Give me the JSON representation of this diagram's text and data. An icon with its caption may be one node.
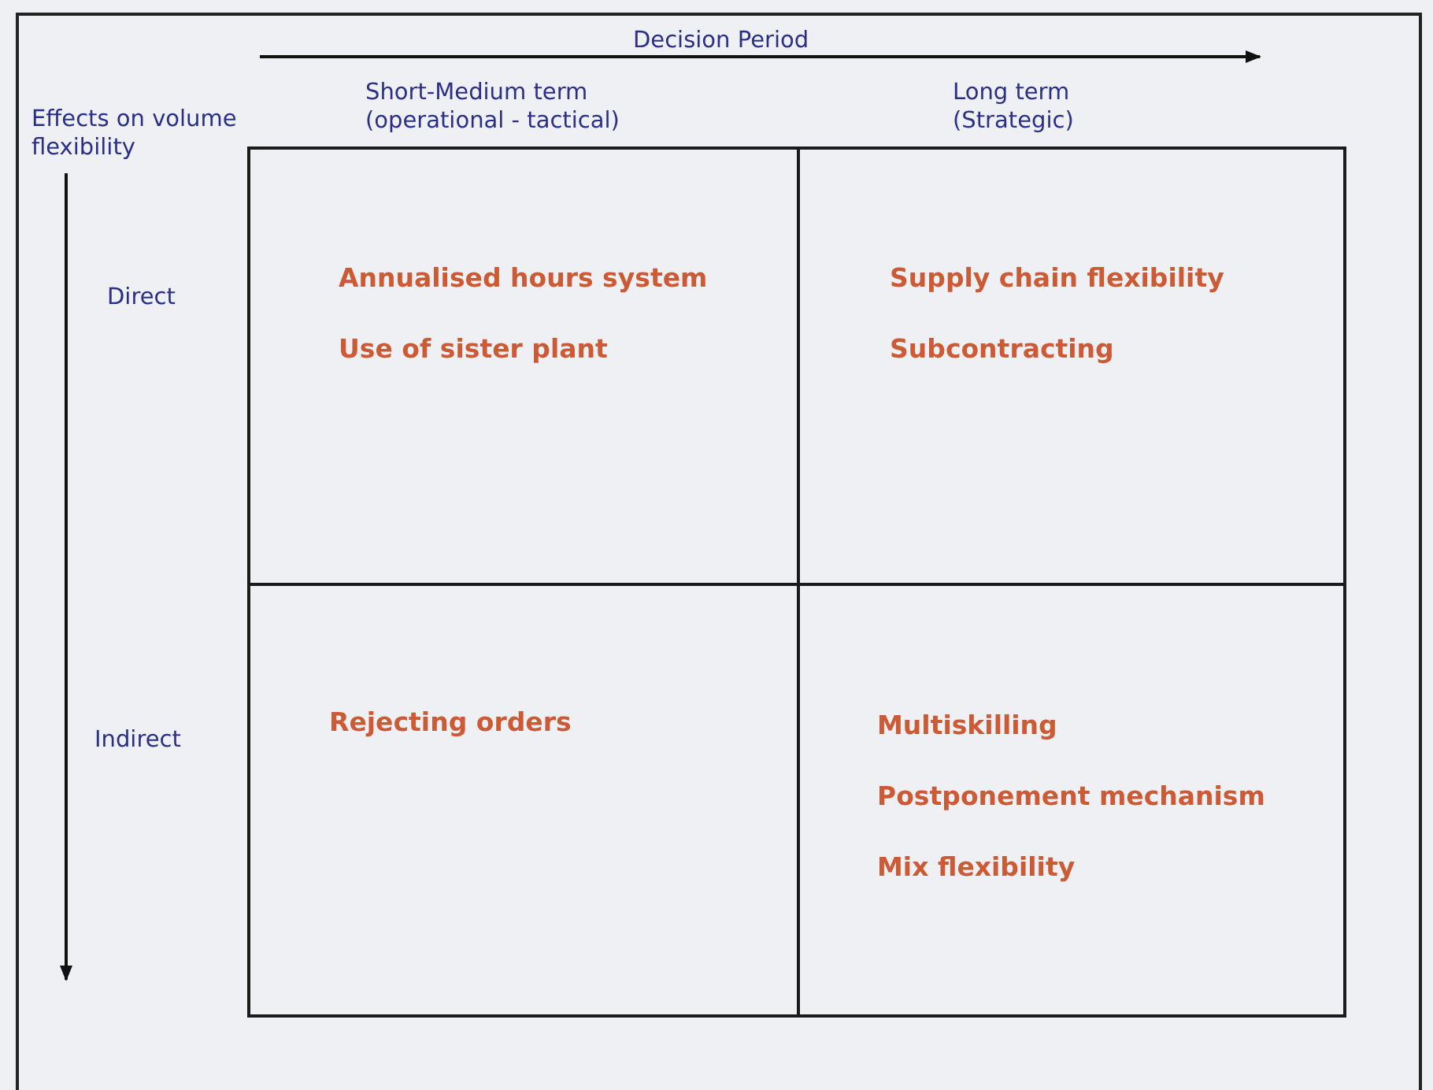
{
  "diagram": {
    "nodes": [
      {
        "text": [
          "Annualised hours system",
          "Use of sister plant"
        ]
      },
      {
        "text": [
          "Supply chain flexibility",
          "Subcontracting"
        ]
      },
      {
        "text": [
          "Rejecting orders"
        ]
      },
      {
        "text": [
          "Multiskilling",
          "Postponement mechanism",
          "Mix flexibility"
        ]
      }
    ],
    "labels": [
      "Decision Period",
      "Short-Medium term (operational - tactical)",
      "Long term (Strategic)",
      "Effects on volume flexibility",
      "Direct",
      "Indirect"
    ]
  }
}
